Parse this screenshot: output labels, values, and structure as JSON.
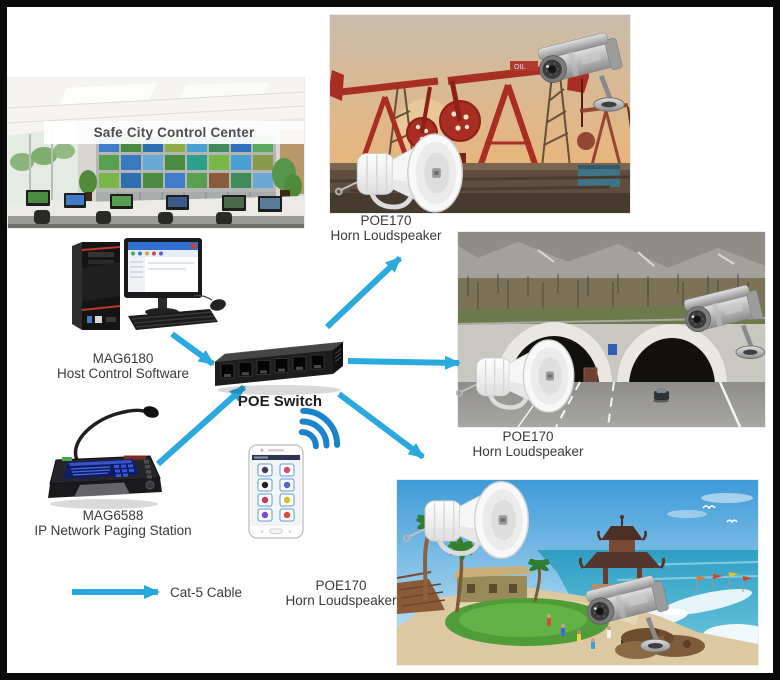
{
  "diagram": {
    "control_center": {
      "title": "Safe City Control Center"
    },
    "host_computer": {
      "model": "MAG6180",
      "role": "Host Control Software"
    },
    "poe_switch": {
      "label": "POE Switch"
    },
    "paging_station": {
      "model": "MAG6588",
      "role": "IP Network Paging Station"
    },
    "endpoints": {
      "oilfield_speaker": {
        "model": "POE170",
        "role": "Horn Loudspeaker"
      },
      "tunnel_speaker": {
        "model": "POE170",
        "role": "Horn Loudspeaker"
      },
      "beach_speaker": {
        "model": "POE170",
        "role": "Horn Loudspeaker"
      }
    },
    "legend": {
      "cable_label": "Cat-5 Cable"
    },
    "colors": {
      "arrow": "#2aa9de",
      "wifi": "#1b82cc",
      "frame": "#0a0a0a",
      "background": "#ffffff",
      "label_text": "#3a3a3a"
    }
  }
}
